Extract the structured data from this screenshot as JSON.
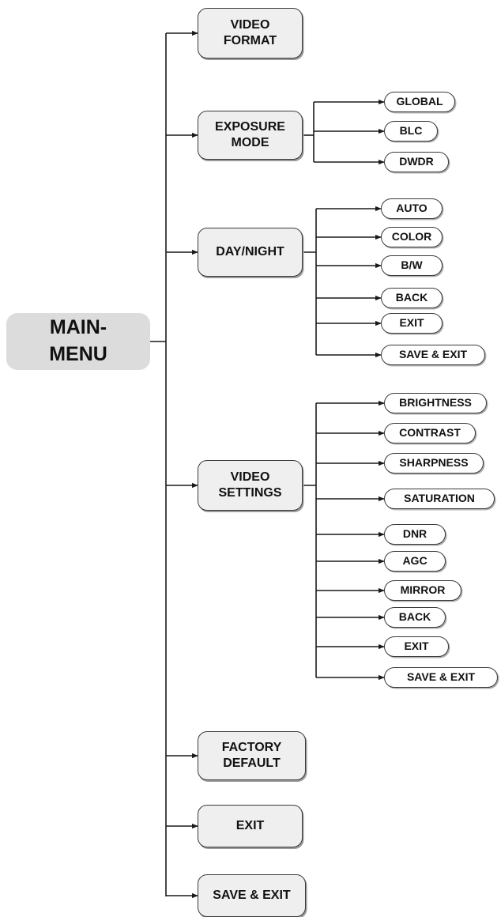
{
  "main_menu": "MAIN-\nMENU",
  "items": [
    {
      "label": "VIDEO\nFORMAT"
    },
    {
      "label": "EXPOSURE\nMODE",
      "children": [
        "GLOBAL",
        "BLC",
        "DWDR"
      ]
    },
    {
      "label": "DAY/NIGHT",
      "children": [
        "AUTO",
        "COLOR",
        "B/W",
        "BACK",
        "EXIT",
        "SAVE & EXIT"
      ]
    },
    {
      "label": "VIDEO\nSETTINGS",
      "children": [
        "BRIGHTNESS",
        "CONTRAST",
        "SHARPNESS",
        "SATURATION",
        "DNR",
        "AGC",
        "MIRROR",
        "BACK",
        "EXIT",
        "SAVE & EXIT"
      ]
    },
    {
      "label": "FACTORY\nDEFAULT"
    },
    {
      "label": "EXIT"
    },
    {
      "label": "SAVE & EXIT"
    }
  ],
  "colors": {
    "line": "#1a1a1a",
    "main_fill": "#dcdcdc",
    "box_fill": "#efefef",
    "sub_fill": "#ffffff"
  }
}
